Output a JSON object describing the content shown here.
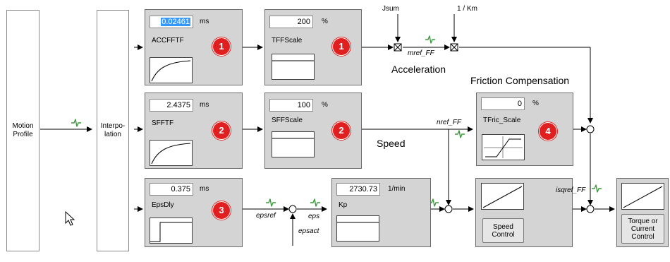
{
  "columns": {
    "motion_profile": "Motion\nProfile",
    "interpolation": "Interpo-\nlation"
  },
  "blocks": {
    "accfftf": {
      "value": "0.02461",
      "unit": "ms",
      "name": "ACCFFTF",
      "badge": "1"
    },
    "tffscale": {
      "value": "200",
      "unit": "%",
      "name": "TFFScale",
      "badge": "1"
    },
    "sfftf": {
      "value": "2.4375",
      "unit": "ms",
      "name": "SFFTF",
      "badge": "2"
    },
    "sffscale": {
      "value": "100",
      "unit": "%",
      "name": "SFFScale",
      "badge": "2"
    },
    "epsdly": {
      "value": "0.375",
      "unit": "ms",
      "name": "EpsDly",
      "badge": "3"
    },
    "kp": {
      "value": "2730.73",
      "unit": "1/min",
      "name": "Kp"
    },
    "tfric": {
      "value": "0",
      "unit": "%",
      "name": "TFric_Scale",
      "badge": "4"
    }
  },
  "labels": {
    "jsum": "Jsum",
    "one_over_km": "1 / Km",
    "mref_ff": "mref_FF",
    "acceleration": "Acceleration",
    "friction_compensation": "Friction Compensation",
    "nref_ff": "nref_FF",
    "speed": "Speed",
    "isqref_ff": "isqref_FF",
    "epsref": "epsref",
    "eps": "eps",
    "epsact": "epsact"
  },
  "buttons": {
    "speed_control": "Speed\nControl",
    "torque_control": "Torque or\nCurrent\nControl"
  }
}
